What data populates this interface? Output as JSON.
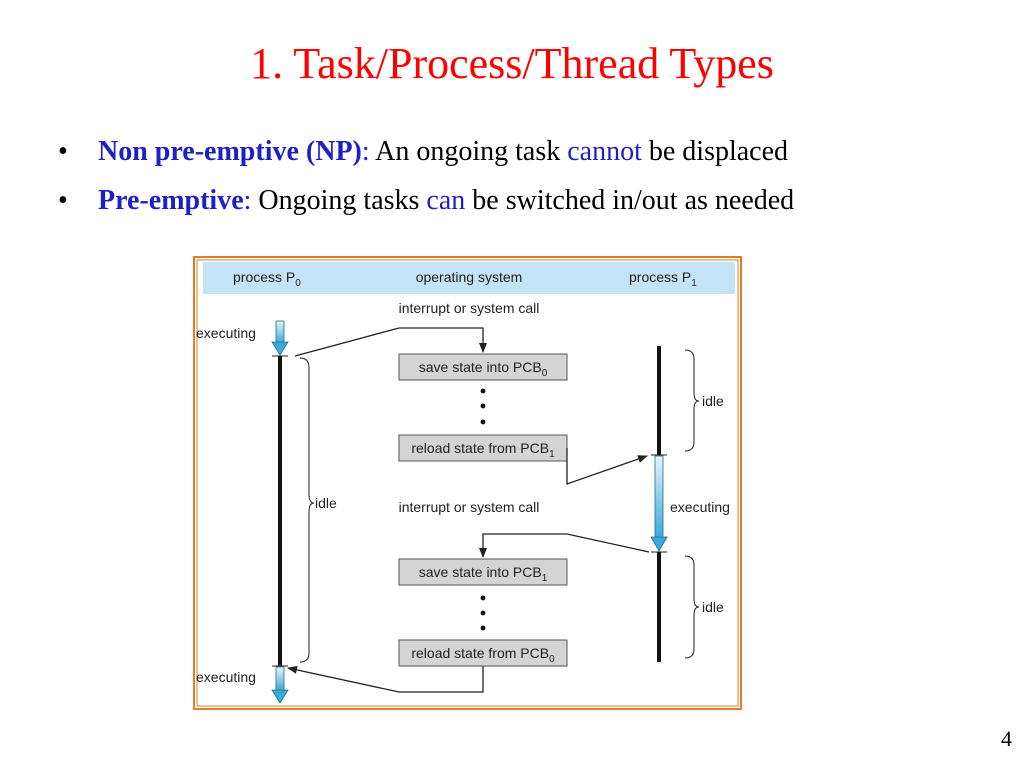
{
  "slide": {
    "title": "1. Task/Process/Thread Types",
    "page_number": "4"
  },
  "bullets": [
    {
      "symbol": "•",
      "term": "Non pre-emptive (NP)",
      "colon": ":",
      "text_before": " An ongoing task ",
      "highlight": "cannot",
      "text_after": " be displaced"
    },
    {
      "symbol": "•",
      "term": "Pre-emptive",
      "colon": ":",
      "text_before": " Ongoing tasks ",
      "highlight": "can",
      "text_after": " be switched in/out as needed"
    }
  ],
  "diagram": {
    "header": {
      "process_0": "process P",
      "process_0_sub": "0",
      "os": "operating system",
      "process_1": "process P",
      "process_1_sub": "1"
    },
    "labels": {
      "interrupt_1": "interrupt or system call",
      "interrupt_2": "interrupt or system call",
      "executing_p0_top": "executing",
      "executing_p0_bottom": "executing",
      "executing_p1": "executing",
      "idle_p0": "idle",
      "idle_p1_top": "idle",
      "idle_p1_bottom": "idle"
    },
    "boxes": [
      {
        "text": "save state into PCB",
        "sub": "0"
      },
      {
        "text": "reload state from PCB",
        "sub": "1"
      },
      {
        "text": "save state into PCB",
        "sub": "1"
      },
      {
        "text": "reload state from PCB",
        "sub": "0"
      }
    ],
    "colors": {
      "header_bg": "#c5e3f6",
      "frame": "#e07f22",
      "box_bg": "#d4d4d4",
      "executing_arrow": "#3aa8d8"
    }
  }
}
